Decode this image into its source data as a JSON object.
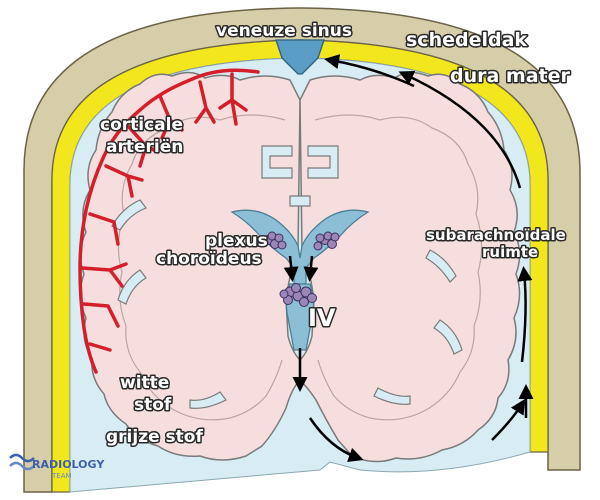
{
  "labels": {
    "venous_sinus": "veneuze sinus",
    "skull": "schedeldak",
    "dura": "dura mater",
    "cortical_arteries_1": "corticale",
    "cortical_arteries_2": "arteriën",
    "plexus_1": "plexus",
    "plexus_2": "choroïdeus",
    "subarachnoid_1": "subarachnoïdale",
    "subarachnoid_2": "ruimte",
    "ventricle": "IV",
    "white_matter_1": "witte",
    "white_matter_2": "stof",
    "grey_matter": "grijze stof"
  },
  "logo": {
    "name": "RADIOLOGY",
    "sub": "TEAM"
  },
  "colors": {
    "skull": "#d6cda9",
    "dura": "#f2e61d",
    "csf": "#d8ecf4",
    "brain": "#f6dede",
    "brain_outline": "#7a7a7a",
    "sinus": "#5a9dc4",
    "ventricle": "#8cbfd6",
    "arteries": "#d41e2a",
    "arrows": "#000000"
  }
}
